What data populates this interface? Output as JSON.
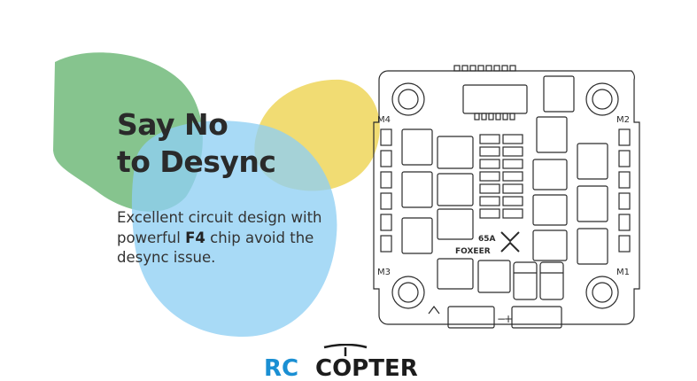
{
  "headline": {
    "line1": "Say No",
    "line2": "to Desync"
  },
  "description": {
    "before": "Excellent circuit design with powerful ",
    "highlight": "F4",
    "after": " chip avoid the desync issue."
  },
  "board": {
    "motor_labels": [
      "M4",
      "M2",
      "M3",
      "M1"
    ],
    "current_rating": "65A",
    "brand": "FOXEER",
    "polarity": [
      "−",
      "+"
    ]
  },
  "logo": {
    "left_text": "RC",
    "right_text": "COPTER"
  },
  "colors": {
    "green_blob": "#7cbf84",
    "blue_blob": "#8fd0f4",
    "yellow_blob": "#efd65a",
    "headline": "#2a2a2a",
    "logo_blue": "#1a8fd3",
    "logo_dark": "#1c1c1c"
  }
}
